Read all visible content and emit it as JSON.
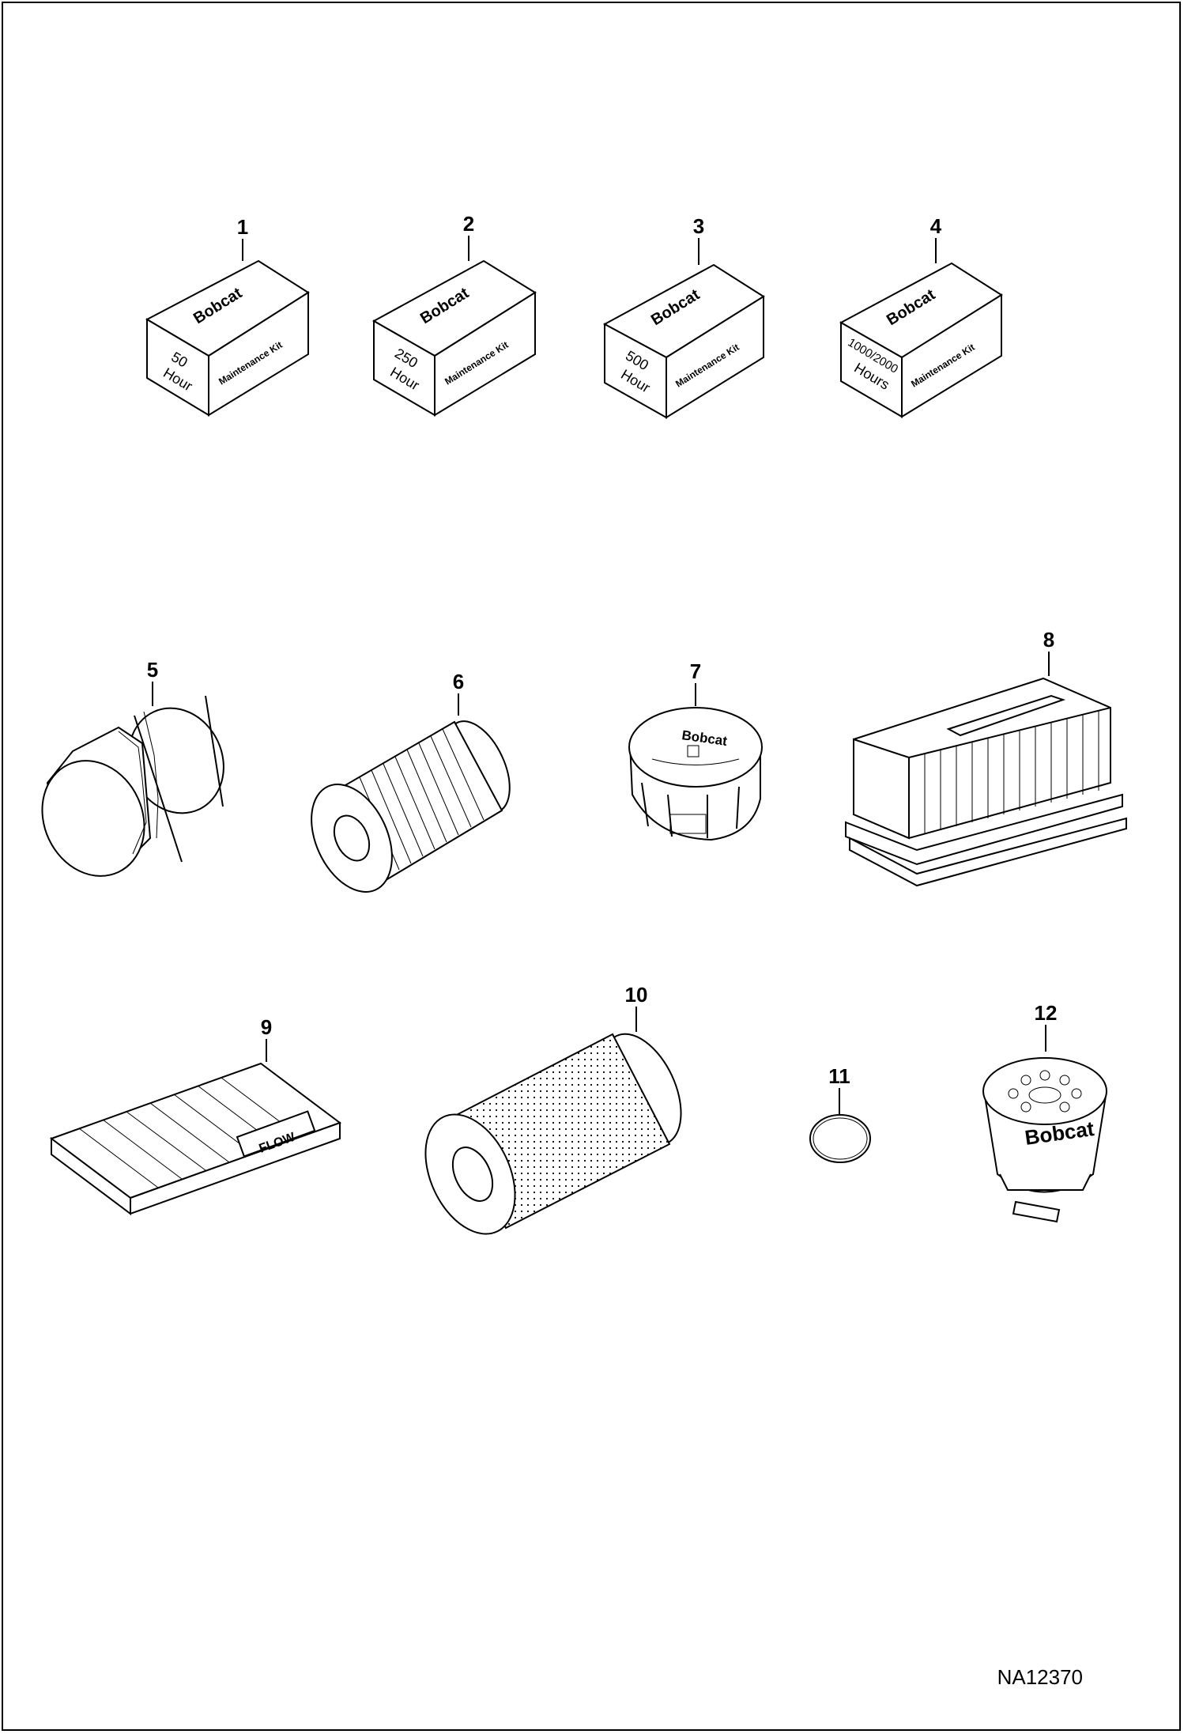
{
  "parts": [
    {
      "callout": "1",
      "box_label": [
        "50",
        "Hour"
      ],
      "brand": "Bobcat",
      "kit": "Maintenance Kit"
    },
    {
      "callout": "2",
      "box_label": [
        "250",
        "Hour"
      ],
      "brand": "Bobcat",
      "kit": "Maintenance Kit"
    },
    {
      "callout": "3",
      "box_label": [
        "500",
        "Hour"
      ],
      "brand": "Bobcat",
      "kit": "Maintenance Kit"
    },
    {
      "callout": "4",
      "box_label": [
        "1000/2000",
        "Hours"
      ],
      "brand": "Bobcat",
      "kit": "Maintenance Kit"
    },
    {
      "callout": "5"
    },
    {
      "callout": "6"
    },
    {
      "callout": "7",
      "brand": "Bobcat"
    },
    {
      "callout": "8"
    },
    {
      "callout": "9",
      "flow_label": "FLOW"
    },
    {
      "callout": "10"
    },
    {
      "callout": "11"
    },
    {
      "callout": "12",
      "brand": "Bobcat"
    }
  ],
  "drawing_id": "NA12370"
}
